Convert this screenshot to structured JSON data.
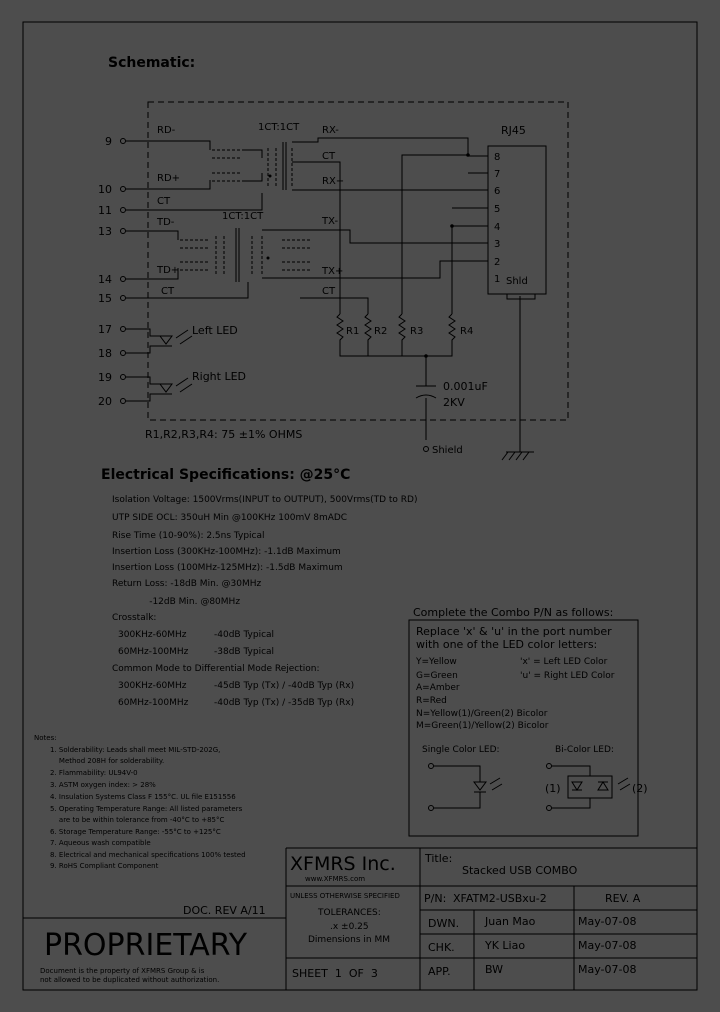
{
  "schematic": {
    "title": "Schematic:",
    "rj45_label": "RJ45",
    "pins_left": [
      "9",
      "10",
      "11",
      "13",
      "14",
      "15",
      "17",
      "18",
      "19",
      "20"
    ],
    "signals_left": [
      "RD-",
      "RD+",
      "CT",
      "TD-",
      "TD+",
      "CT"
    ],
    "ratio_top": "1CT:1CT",
    "ratio_bottom": "1CT:1CT",
    "signals_right": [
      "RX-",
      "CT",
      "RX+",
      "TX-",
      "TX+",
      "CT"
    ],
    "rj45_pins": [
      "8",
      "7",
      "6",
      "5",
      "4",
      "3",
      "2",
      "1"
    ],
    "shield_pin": "Shld",
    "resistors": [
      "R1",
      "R2",
      "R3",
      "R4"
    ],
    "capacitor": [
      "0.001uF",
      "2KV"
    ],
    "shield_label": "Shield",
    "led_left": "Left LED",
    "led_right": "Right LED",
    "resistor_note": "R1,R2,R3,R4: 75 ±1% OHMS"
  },
  "electrical": {
    "title": "Electrical  Specifications: @25°C",
    "lines": [
      "Isolation Voltage: 1500Vrms(INPUT to OUTPUT), 500Vrms(TD to RD)",
      "UTP SIDE OCL: 350uH Min @100KHz 100mV 8mADC",
      "Rise Time (10-90%): 2.5ns Typical",
      "Insertion Loss (300KHz-100MHz): -1.1dB Maximum",
      "Insertion Loss (100MHz-125MHz): -1.5dB Maximum",
      "Return Loss: -18dB Min. @30MHz",
      "             -12dB Min. @80MHz"
    ],
    "crosstalk_title": "Crosstalk:",
    "crosstalk": [
      {
        "range": "300KHz-60MHz",
        "value": "-40dB Typical"
      },
      {
        "range": "60MHz-100MHz",
        "value": "-38dB Typical"
      }
    ],
    "cmdm_title": "Common Mode to Differential Mode Rejection:",
    "cmdm": [
      {
        "range": "300KHz-60MHz",
        "value": "-45dB Typ (Tx) / -40dB Typ (Rx)"
      },
      {
        "range": "60MHz-100MHz",
        "value": "-40dB Typ (Tx) / -35dB Typ (Rx)"
      }
    ]
  },
  "combo": {
    "title": "Complete the Combo P/N as follows:",
    "intro": [
      "Replace 'x' & 'u' in the port number",
      "with one of the LED color letters:"
    ],
    "colors": [
      "Y=Yellow",
      "G=Green",
      "A=Amber",
      "R=Red",
      "N=Yellow(1)/Green(2) Bicolor",
      "M=Green(1)/Yellow(2) Bicolor"
    ],
    "legend": [
      "'x' = Left LED Color",
      "'u' = Right LED Color"
    ],
    "single_label": "Single Color LED:",
    "bi_label": "Bi-Color LED:",
    "bi_left": "(1)",
    "bi_right": "(2)"
  },
  "notes": {
    "title": "Notes:",
    "items": [
      "1. Solderability: Leads shall meet MIL-STD-202G,",
      "    Method 208H for solderability.",
      "2. Flammability: UL94V-0",
      "3. ASTM oxygen index: > 28%",
      "4. Insulation Systems Class F 155°C. UL file E151556",
      "5. Operating Temperature Range: All listed parameters",
      "    are to be within tolerance from -40°C to +85°C",
      "6. Storage Temperature Range: -55°C to +125°C",
      "7. Aqueous wash compatible",
      "8. Electrical and mechanical specifications 100% tested",
      "9. RoHS Compliant Component"
    ]
  },
  "footer": {
    "doc_rev": "DOC. REV A/11",
    "proprietary": "PROPRIETARY",
    "disclaimer": [
      "Document is the property of XFMRS Group & is",
      "not allowed to be duplicated without authorization."
    ],
    "logo": "XFMRS Inc.",
    "website": "www.XFMRS.com",
    "tolerance": [
      "UNLESS OTHERWISE SPECIFIED",
      "TOLERANCES:",
      ".x ±0.25",
      "Dimensions in MM"
    ],
    "sheet": "SHEET  1  OF  3",
    "title_label": "Title:",
    "title_value": "Stacked USB COMBO",
    "pn_label": "P/N:",
    "pn_value": "XFATM2-USBxu-2",
    "rev": "REV. A",
    "rows": [
      {
        "label": "DWN.",
        "name": "Juan Mao",
        "date": "May-07-08"
      },
      {
        "label": "CHK.",
        "name": "YK Liao",
        "date": "May-07-08"
      },
      {
        "label": "APP.",
        "name": "BW",
        "date": "May-07-08"
      }
    ]
  }
}
